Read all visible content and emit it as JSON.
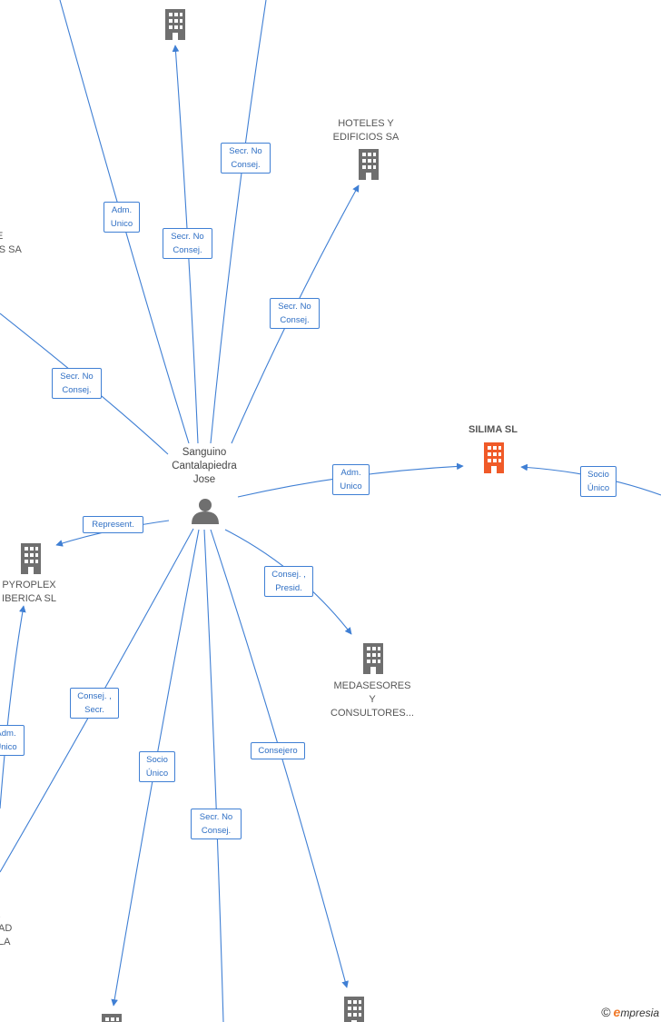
{
  "colors": {
    "edge": "#3f7fd4",
    "building": "#6f6f6f",
    "focus_building": "#f05a28",
    "person": "#6f6f6f"
  },
  "center_person": {
    "lines": [
      "Sanguino",
      "Cantalapiedra",
      "Jose"
    ],
    "icon": "person-icon"
  },
  "focus_company": {
    "label": "SILIMA  SL",
    "icon": "building-icon"
  },
  "companies": {
    "hoteles": [
      "HOTELES Y",
      "EDIFICIOS SA"
    ],
    "pyroplex": [
      "PYROPLEX",
      "IBERICA SL"
    ],
    "medasesores": [
      "MEDASESORES",
      "Y",
      "CONSULTORES..."
    ],
    "left_partial_top": [
      "E",
      "TS SA"
    ],
    "left_partial_bottom": [
      ".",
      "AD",
      "LA"
    ]
  },
  "edge_labels": {
    "top_left_adm": [
      "Adm.",
      "Unico"
    ],
    "top_secr": [
      "Secr.  No",
      "Consej."
    ],
    "top_right_secr": [
      "Secr.  No",
      "Consej."
    ],
    "hoteles_secr": [
      "Secr.  No",
      "Consej."
    ],
    "left_secr": [
      "Secr.  No",
      "Consej."
    ],
    "silima_adm": [
      "Adm.",
      "Unico"
    ],
    "silima_socio": [
      "Socio",
      "Único"
    ],
    "pyroplex_represent": [
      "Represent."
    ],
    "medasesores_consej": [
      "Consej. ,",
      "Presid."
    ],
    "left_bottom_adm": [
      "Adm.",
      "Unico"
    ],
    "bottom_consej_secr": [
      "Consej. ,",
      "Secr."
    ],
    "bottom_socio": [
      "Socio",
      "Único"
    ],
    "bottom_secr": [
      "Secr.  No",
      "Consej."
    ],
    "bottom_consejero": [
      "Consejero"
    ]
  },
  "brand": {
    "copyright": "©",
    "initial": "e",
    "rest": "mpresia"
  }
}
